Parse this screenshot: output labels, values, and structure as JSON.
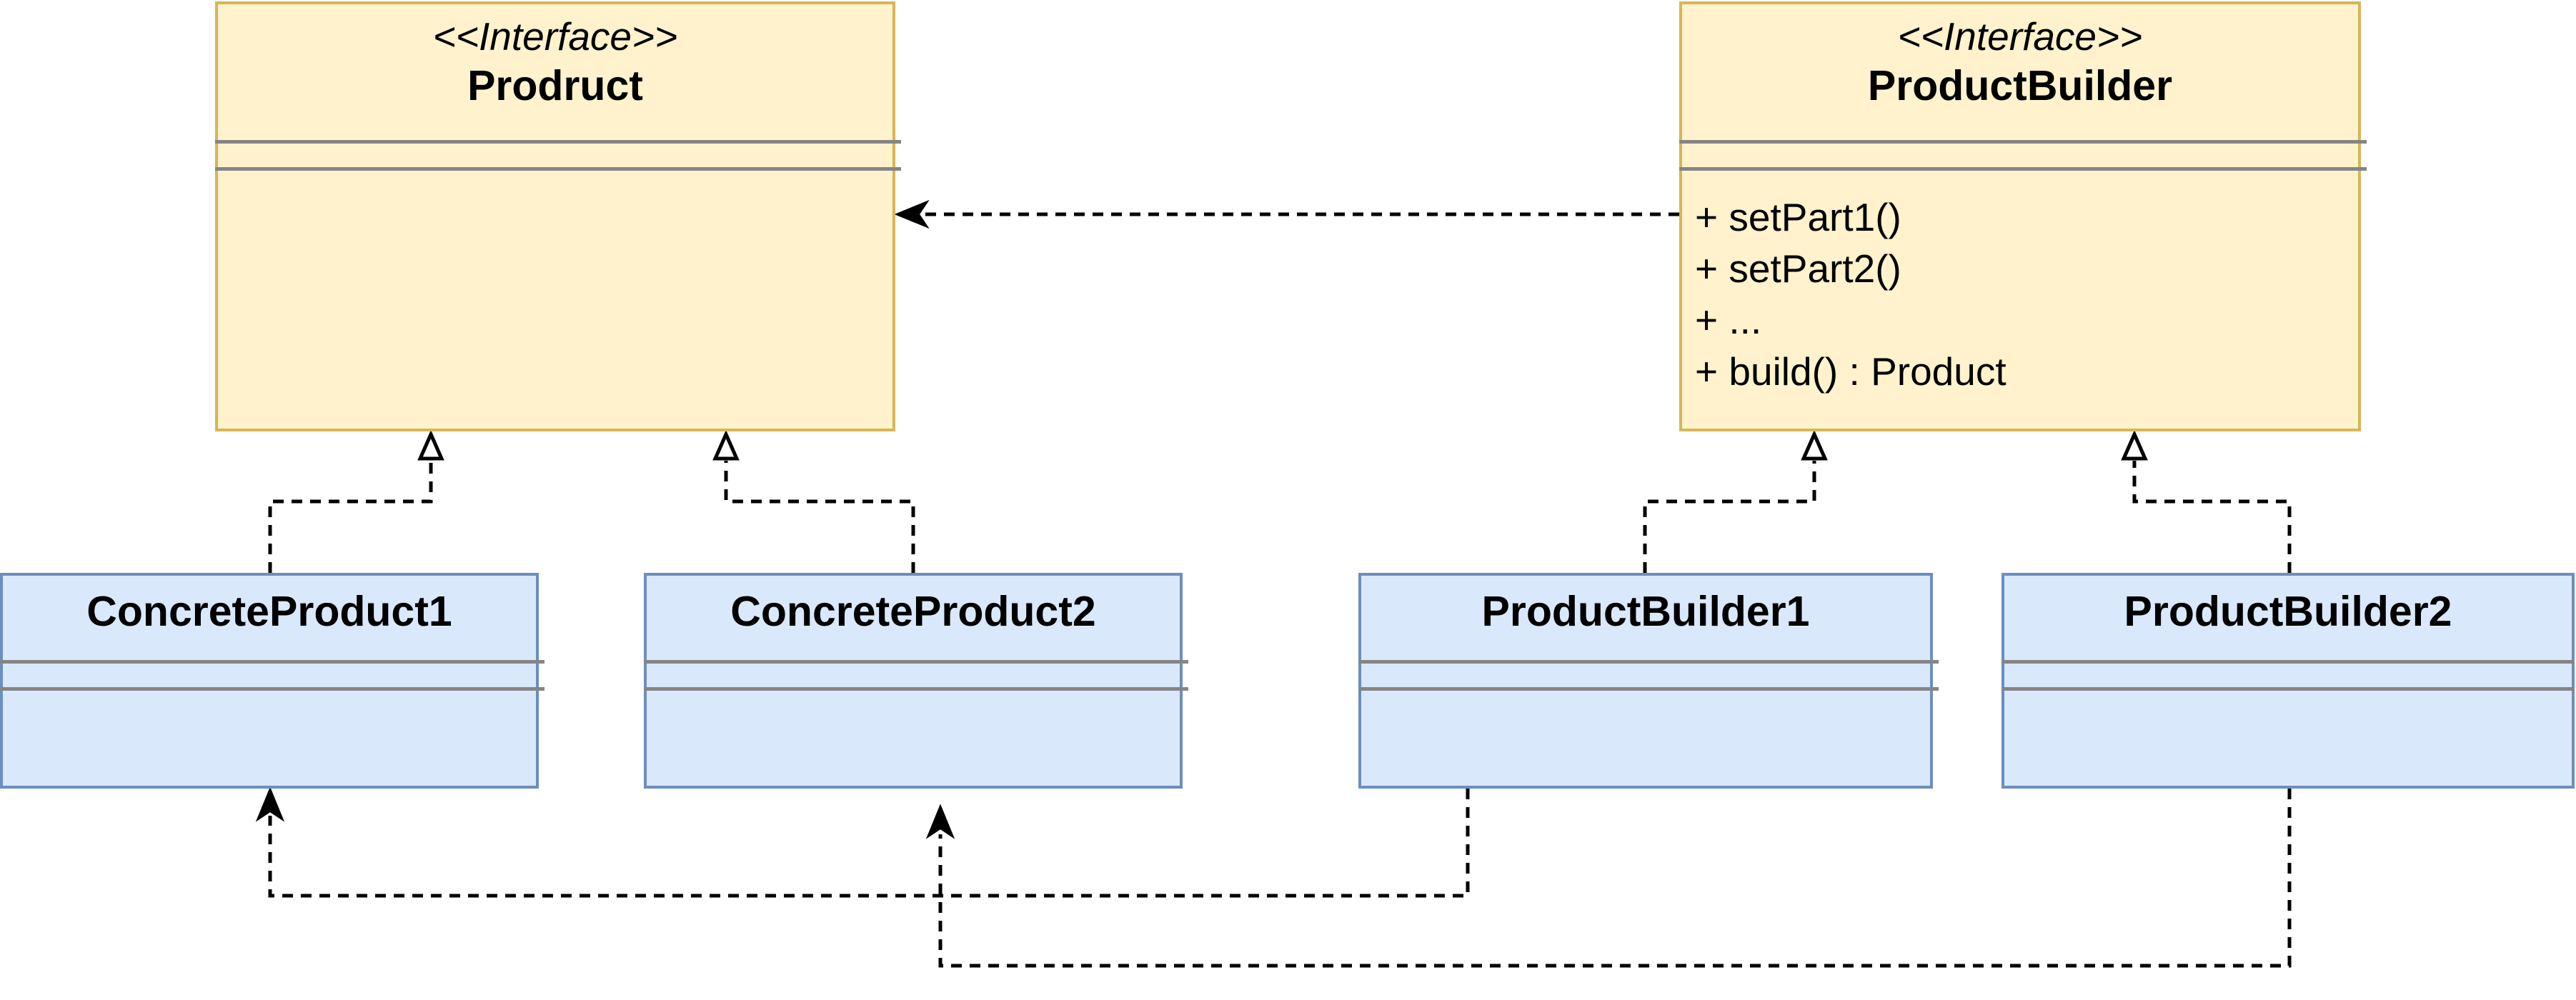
{
  "interfaces": {
    "product": {
      "stereotype": "<<Interface>>",
      "name": "Prodruct"
    },
    "builder": {
      "stereotype": "<<Interface>>",
      "name": "ProductBuilder",
      "methods": [
        "+ setPart1()",
        "+ setPart2()",
        "+ ...",
        "+ build() : Product"
      ]
    }
  },
  "classes": {
    "concrete_product_1": {
      "name": "ConcreteProduct1"
    },
    "concrete_product_2": {
      "name": "ConcreteProduct2"
    },
    "product_builder_1": {
      "name": "ProductBuilder1"
    },
    "product_builder_2": {
      "name": "ProductBuilder2"
    }
  },
  "colors": {
    "interface_fill": "#fff2cc",
    "interface_border": "#d6b656",
    "class_fill": "#dae8fc",
    "class_border": "#6c8ebf",
    "separator": "#858585",
    "connector": "#000000"
  }
}
